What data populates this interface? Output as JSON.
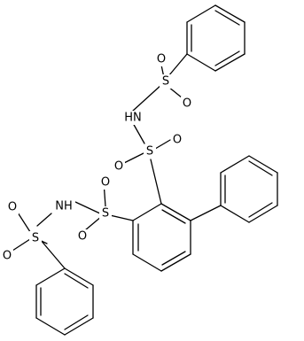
{
  "atom_labels": {
    "s1": "S",
    "o1a": "O",
    "o1b": "O",
    "nh1": "HN",
    "s2": "S",
    "o2a": "O",
    "o2b": "O",
    "s3": "S",
    "o3a": "O",
    "o3b": "O",
    "nh2": "NH",
    "s4": "S",
    "o4a": "O",
    "o4b": "O"
  }
}
